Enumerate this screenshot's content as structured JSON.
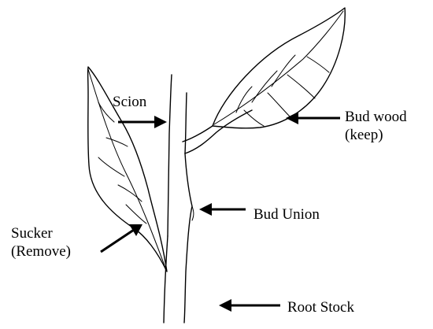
{
  "diagram": {
    "labels": {
      "scion": "Scion",
      "bud_wood_line1": "Bud wood",
      "bud_wood_line2": "(keep)",
      "bud_union": "Bud Union",
      "sucker_line1": "Sucker",
      "sucker_line2": "(Remove)",
      "root_stock": "Root Stock"
    },
    "colors": {
      "ink": "#000000",
      "background": "#ffffff"
    }
  }
}
